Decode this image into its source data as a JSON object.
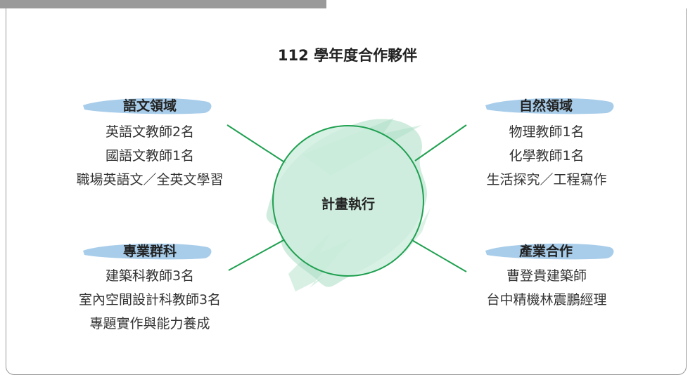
{
  "header": {
    "tab_text": ""
  },
  "title": "112 學年度合作夥伴",
  "center": {
    "label": "計畫執行"
  },
  "quadrants": {
    "language": {
      "label": "語文領域",
      "items": [
        "英語文教師2名",
        "國語文教師1名",
        "職場英語文／全英文學習"
      ]
    },
    "nature": {
      "label": "自然領域",
      "items": [
        "物理教師1名",
        "化學教師1名",
        "生活探究／工程寫作"
      ]
    },
    "professional": {
      "label": "專業群科",
      "items": [
        "建築科教師3名",
        "室內空間設計科教師3名",
        "專題實作與能力養成"
      ]
    },
    "industry": {
      "label": "產業合作",
      "items": [
        "曹登貴建築師",
        "台中精機林震鵬經理"
      ]
    }
  },
  "colors": {
    "connector": "#1fa050",
    "circle_stroke": "#1fa050",
    "circle_fill": "#cdeedd",
    "brush": "#a9ddc3",
    "label_brush": "#a8cdea",
    "frame": "#9a9a9a"
  }
}
